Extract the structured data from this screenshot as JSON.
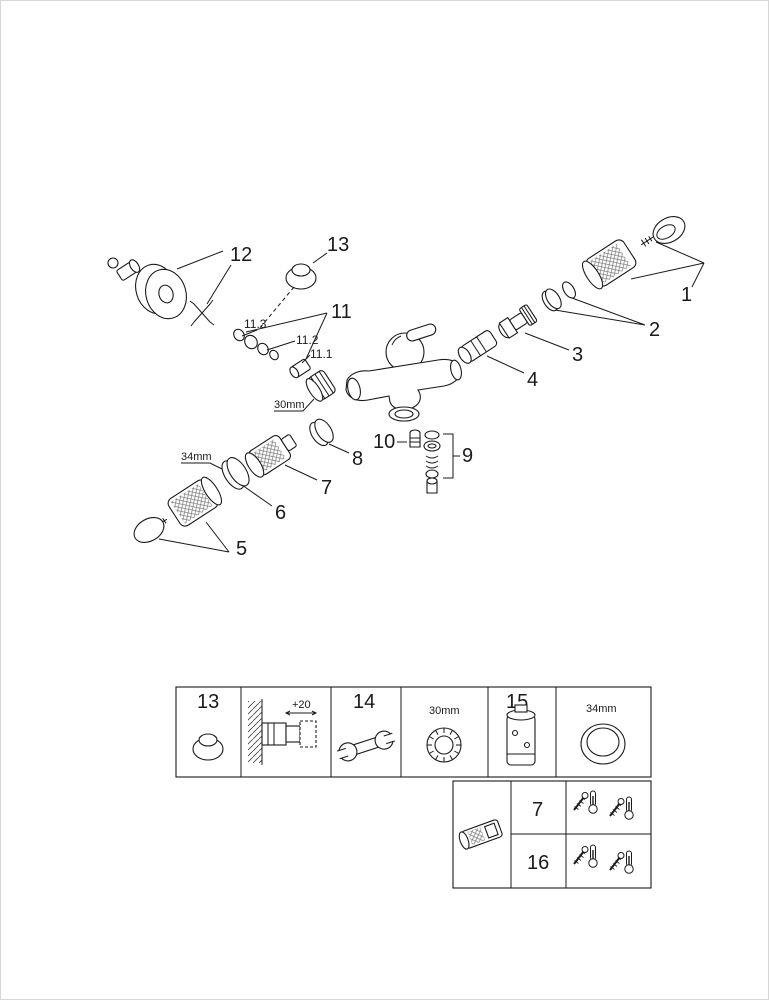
{
  "page": {
    "background": "#ffffff",
    "line_color": "#1a1a1a"
  },
  "icons": {
    "knurl_texture": "cross-hatch-knurling",
    "wall_hatch": "diagonal-wall-hatch",
    "wrench": "open-end-wrench",
    "thermo_screw": "thermometer-with-screw",
    "ring_13": "tapered-ring",
    "nut_30mm": "ribbed-ring-nut",
    "cartridge_15": "thermostatic-cartridge",
    "ring_34mm": "shroud-ring"
  },
  "callouts": {
    "c1": "1",
    "c2": "2",
    "c3": "3",
    "c4": "4",
    "c5": "5",
    "c6": "6",
    "c7": "7",
    "c8": "8",
    "c9": "9",
    "c10": "10",
    "c11": "11",
    "c11_1": "11.1",
    "c11_2": "11.2",
    "c11_3": "11.3",
    "c12": "12",
    "c13": "13",
    "dim_30mm": "30mm",
    "dim_34mm": "34mm"
  },
  "parts_table": {
    "cell_13_header": "13",
    "install_offset": "+20",
    "cell_14_header": "14",
    "cell_30mm_header": "30mm",
    "cell_15_header": "15",
    "cell_34mm_header": "34mm"
  },
  "spares_table": {
    "row1_label": "7",
    "row2_label": "16"
  }
}
